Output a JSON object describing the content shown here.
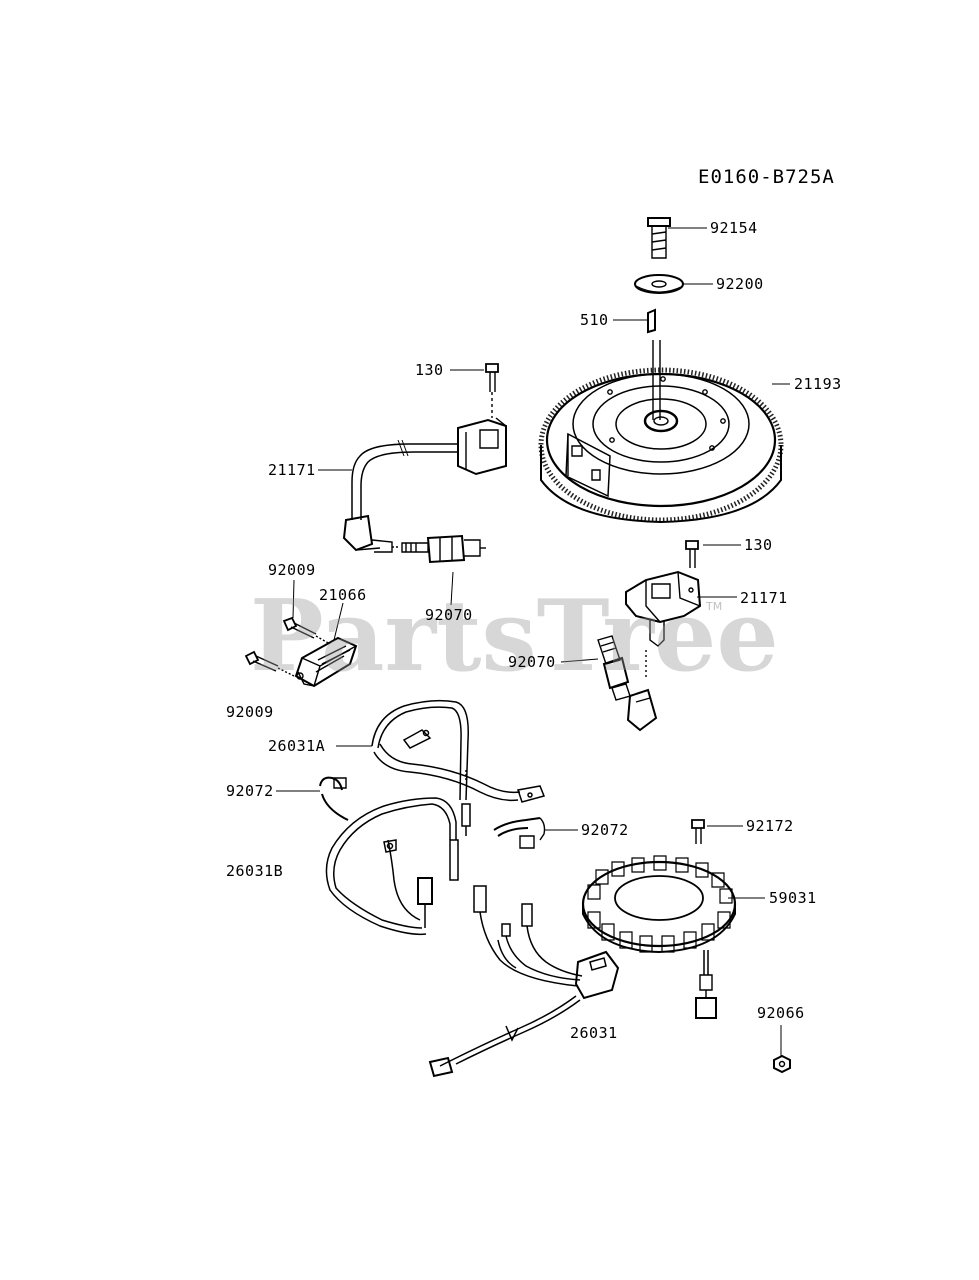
{
  "diagram_code": "E0160-B725A",
  "watermark": "PartsTree",
  "trademark": "TM",
  "parts": {
    "p92154": "92154",
    "p92200": "92200",
    "p510": "510",
    "p130_top": "130",
    "p21193": "21193",
    "p21171_left": "21171",
    "p130_right": "130",
    "p21171_right": "21171",
    "p92009_top": "92009",
    "p21066": "21066",
    "p92070_left": "92070",
    "p92070_right": "92070",
    "p92009_bottom": "92009",
    "p26031A": "26031A",
    "p92072_left": "92072",
    "p92072_right": "92072",
    "p92172": "92172",
    "p26031B": "26031B",
    "p59031": "59031",
    "p92066": "92066",
    "p26031": "26031"
  }
}
